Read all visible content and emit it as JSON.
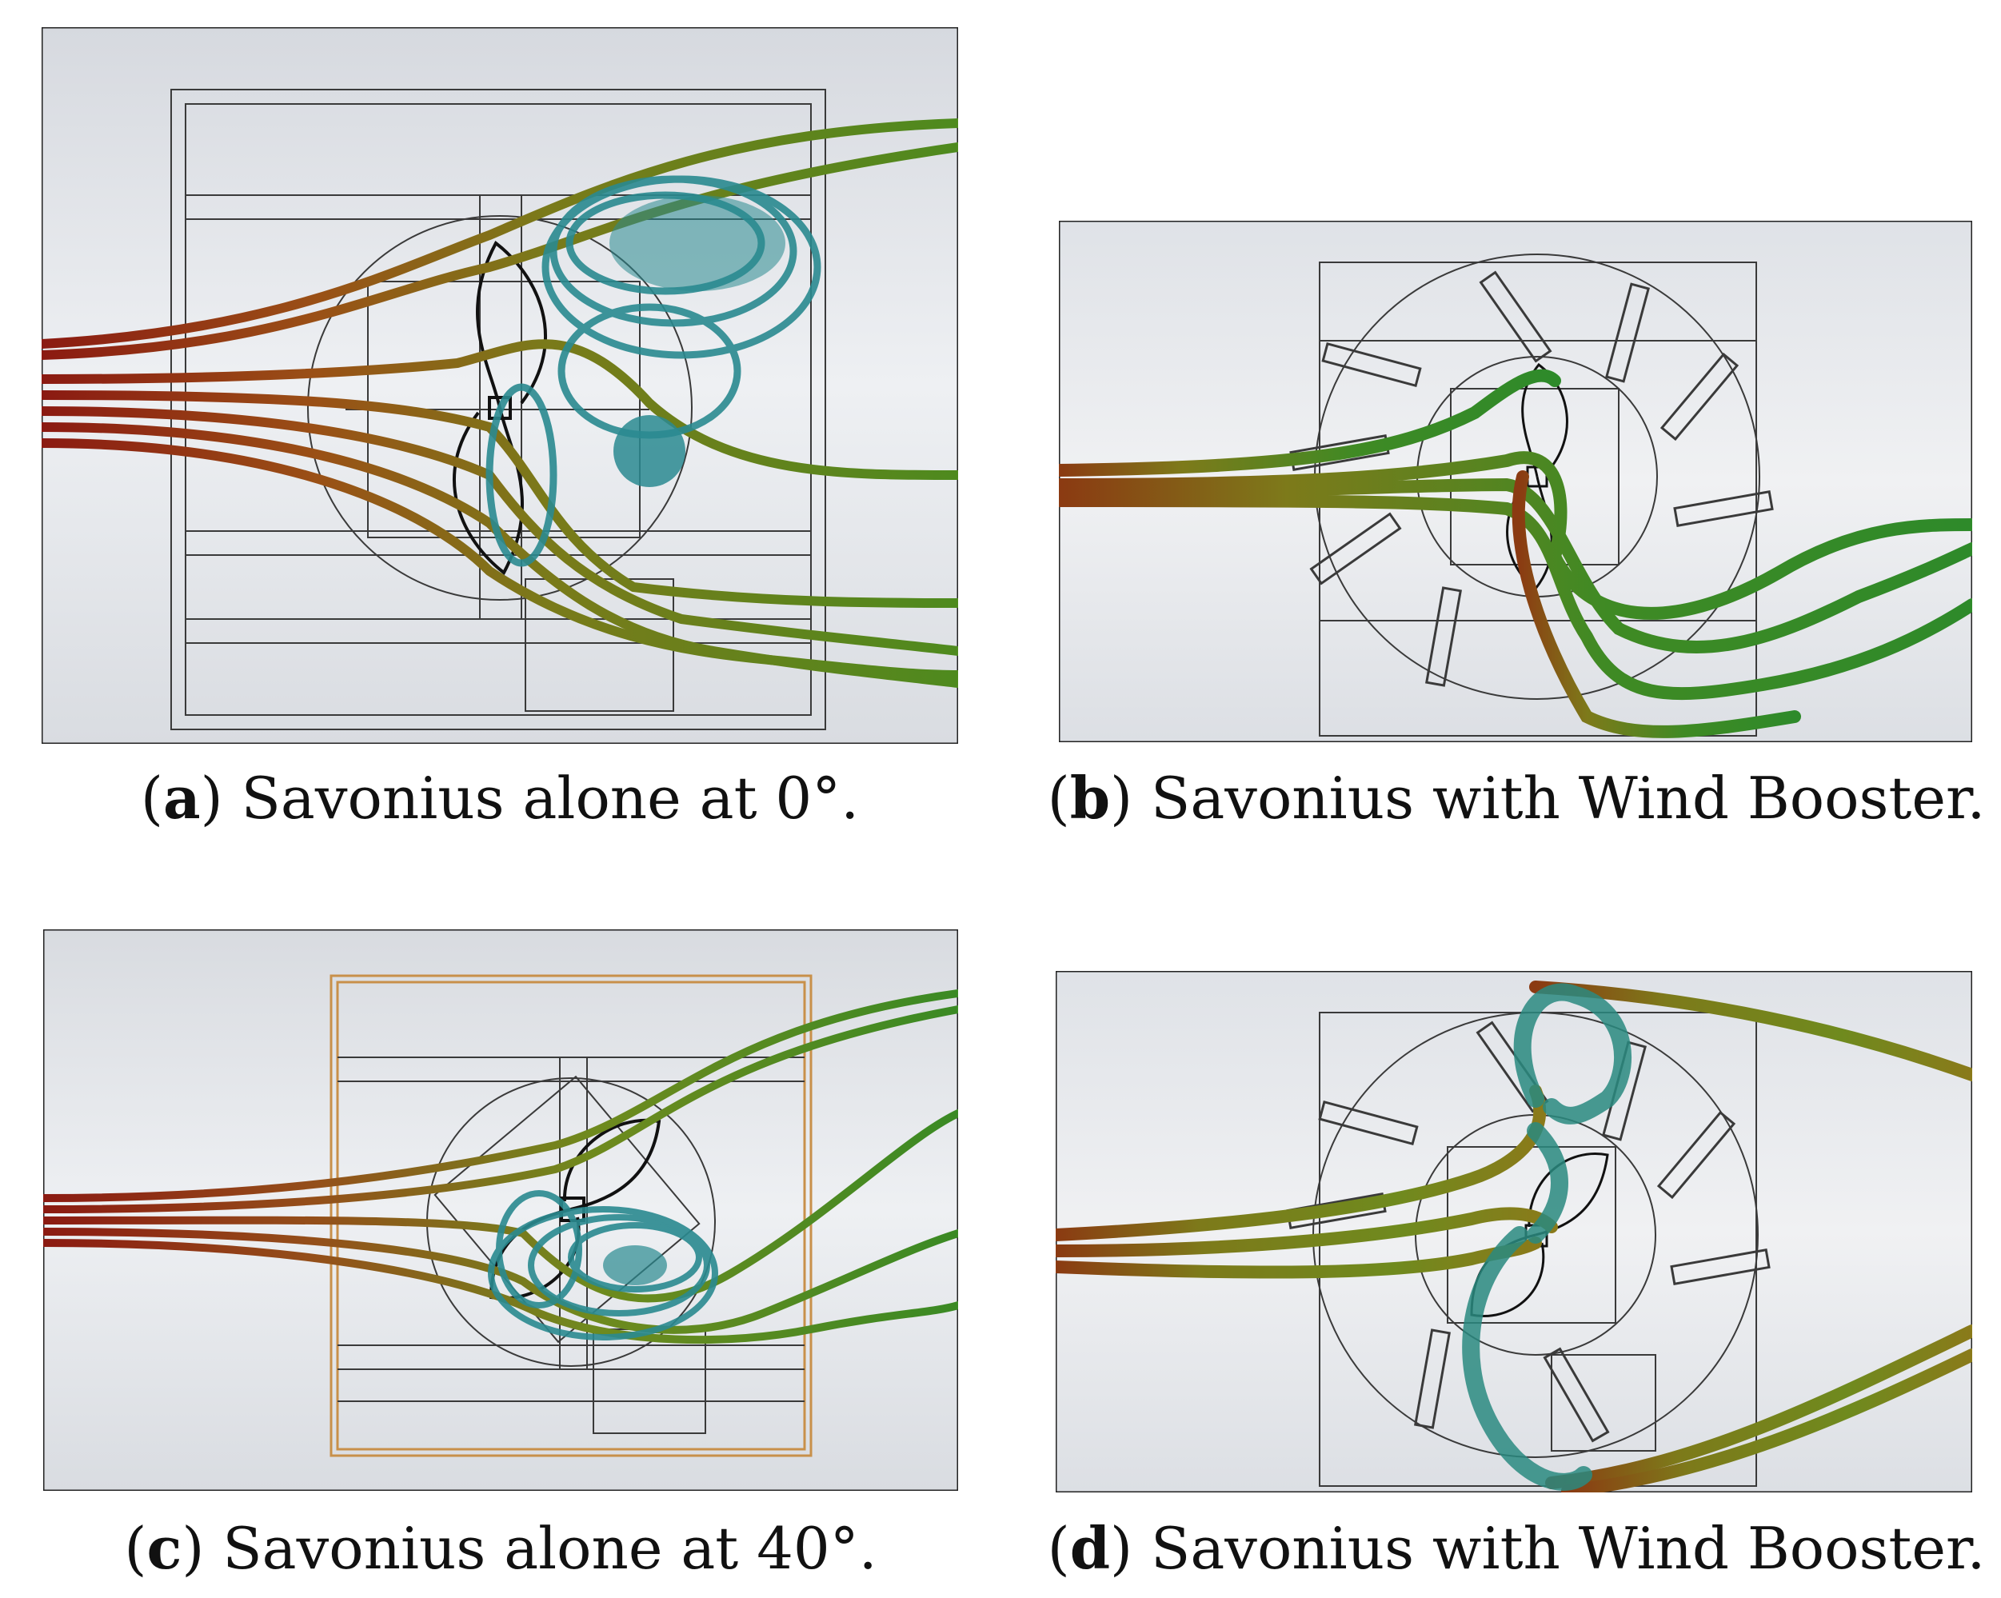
{
  "panels": [
    {
      "id": "a",
      "letter": "a",
      "text": "Savonius alone at 0°."
    },
    {
      "id": "b",
      "letter": "b",
      "text": "Savonius with Wind Booster."
    },
    {
      "id": "c",
      "letter": "c",
      "text": "Savonius alone at 40°."
    },
    {
      "id": "d",
      "letter": "d",
      "text": "Savonius with Wind Booster."
    }
  ],
  "colors": {
    "inlet": "#8b1a12",
    "mid": "#7a7a1a",
    "green": "#2f8a2a",
    "vortex": "#2a8a90",
    "frame": "#3a3a3a",
    "frame_orange": "#c8904a",
    "background": "#e2e5ea"
  }
}
